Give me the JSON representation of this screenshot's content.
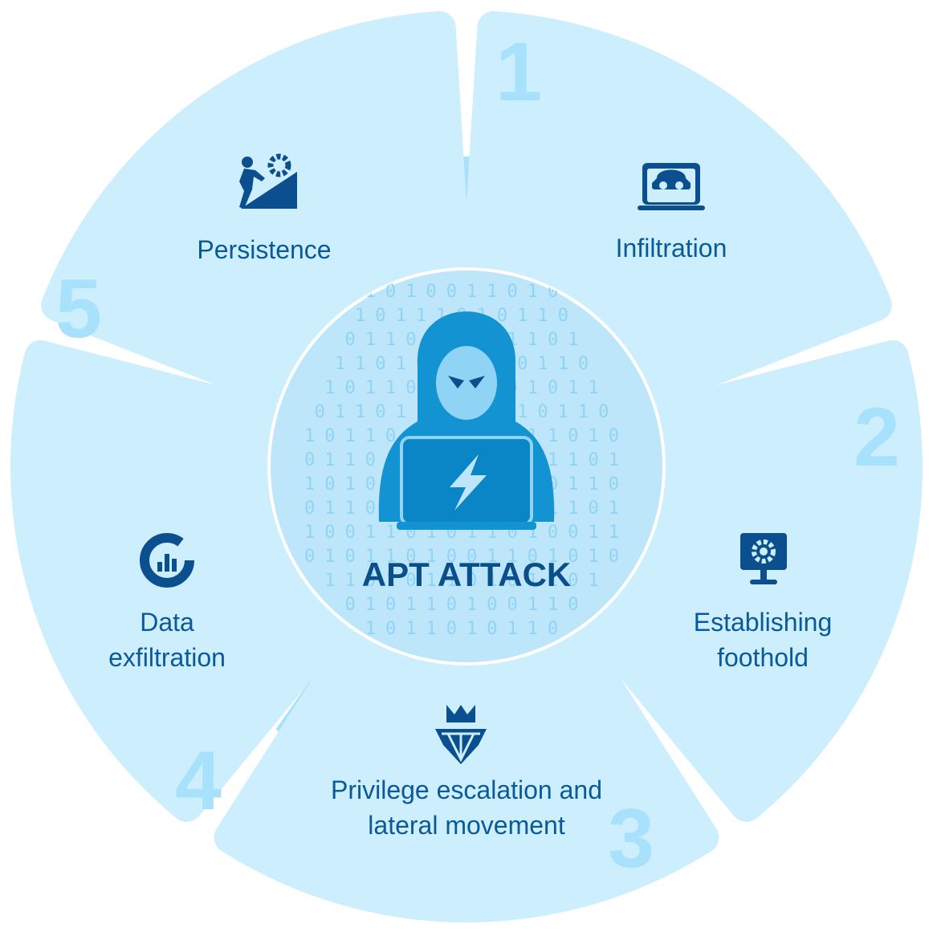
{
  "center": {
    "title": "APT ATTACK"
  },
  "stages": [
    {
      "number": "1",
      "label_lines": [
        "Infiltration"
      ],
      "icon": "hacker-laptop-icon"
    },
    {
      "number": "2",
      "label_lines": [
        "Establishing",
        "foothold"
      ],
      "icon": "gear-monitor-icon"
    },
    {
      "number": "3",
      "label_lines": [
        "Privilege escalation and",
        "lateral movement"
      ],
      "icon": "crown-diamond-icon"
    },
    {
      "number": "4",
      "label_lines": [
        "Data",
        "exfiltration"
      ],
      "icon": "chart-donut-icon"
    },
    {
      "number": "5",
      "label_lines": [
        "Persistence"
      ],
      "icon": "climber-gear-icon"
    }
  ],
  "binary_rows": [
    "1010011010",
    "10111010110",
    "011010011101",
    "1101001010110",
    "10110101101011",
    "011011010010110",
    "1011001011011010",
    "0110110101001101",
    "1010011011010110",
    "0110101100101101",
    "1001101011010011",
    "0101101001101010",
    "11010110101101",
    "010110100110",
    "1011010110"
  ],
  "colors": {
    "segment_fill": "#cdeefc",
    "center_fill": "#bde6fa",
    "connector": "#a8e1fb",
    "label": "#0a5a99",
    "icon_dark": "#0c4f8e",
    "hacker_blue": "#1493d3",
    "hacker_face": "#8fd4f4"
  }
}
